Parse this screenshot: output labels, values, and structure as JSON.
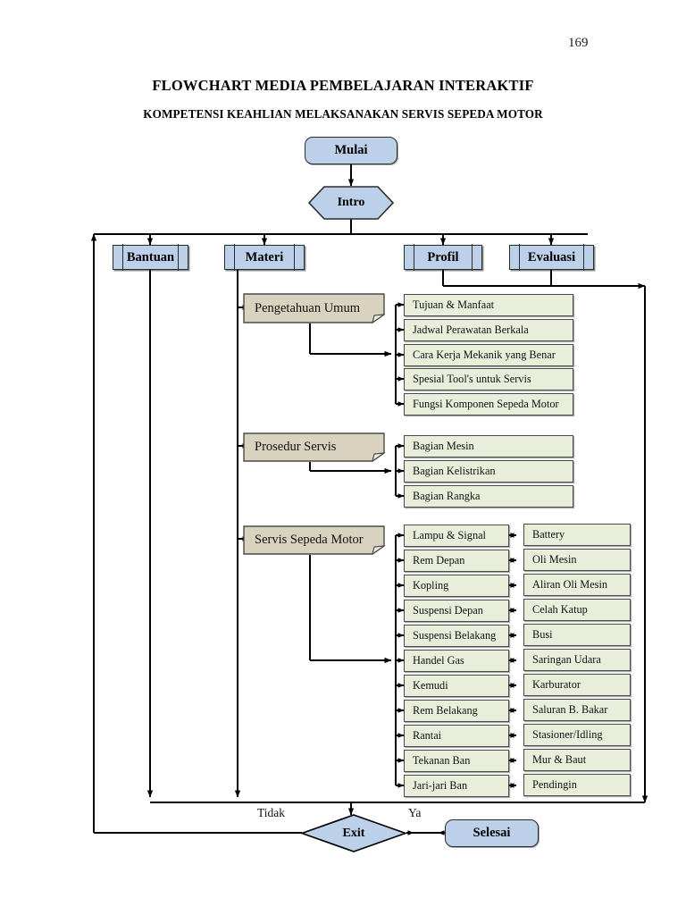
{
  "page": {
    "number": "169",
    "title": "FLOWCHART MEDIA PEMBELAJARAN INTERAKTIF",
    "subtitle": "KOMPETENSI KEAHLIAN MELAKSANAKAN SERVIS SEPEDA MOTOR"
  },
  "colors": {
    "terminator_fill": "#bdd0e9",
    "decision_fill": "#bdd0e9",
    "process_fill": "#d8d2be",
    "leaf_fill": "#e9eedb",
    "line": "#000000"
  },
  "flow": {
    "start": {
      "label": "Mulai",
      "shape": "terminator"
    },
    "intro": {
      "label": "Intro",
      "shape": "decision"
    },
    "menu": [
      {
        "label": "Bantuan",
        "shape": "predefined-process"
      },
      {
        "label": "Materi",
        "shape": "predefined-process"
      },
      {
        "label": "Profil",
        "shape": "predefined-process"
      },
      {
        "label": "Evaluasi",
        "shape": "predefined-process"
      }
    ],
    "exit": {
      "label": "Exit",
      "shape": "decision"
    },
    "finish": {
      "label": "Selesai",
      "shape": "terminator"
    },
    "exit_labels": {
      "no": "Tidak",
      "yes": "Ya"
    }
  },
  "materi": {
    "groups": [
      {
        "label": "Pengetahuan Umum",
        "items": [
          "Tujuan & Manfaat",
          "Jadwal Perawatan Berkala",
          "Cara Kerja Mekanik yang Benar",
          "Spesial Tool's untuk Servis",
          "Fungsi Komponen Sepeda Motor"
        ]
      },
      {
        "label": "Prosedur Servis",
        "items": [
          "Bagian Mesin",
          "Bagian Kelistrikan",
          "Bagian Rangka"
        ]
      },
      {
        "label": "Servis Sepeda Motor",
        "items_left": [
          "Lampu & Signal",
          "Rem Depan",
          "Kopling",
          "Suspensi Depan",
          "Suspensi Belakang",
          "Handel Gas",
          "Kemudi",
          "Rem Belakang",
          "Rantai",
          "Tekanan Ban",
          "Jari-jari Ban"
        ],
        "items_right": [
          "Battery",
          "Oli Mesin",
          "Aliran Oli Mesin",
          "Celah Katup",
          "Busi",
          "Saringan Udara",
          "Karburator",
          "Saluran B. Bakar",
          "Stasioner/Idling",
          "Mur & Baut",
          "Pendingin"
        ]
      }
    ]
  }
}
